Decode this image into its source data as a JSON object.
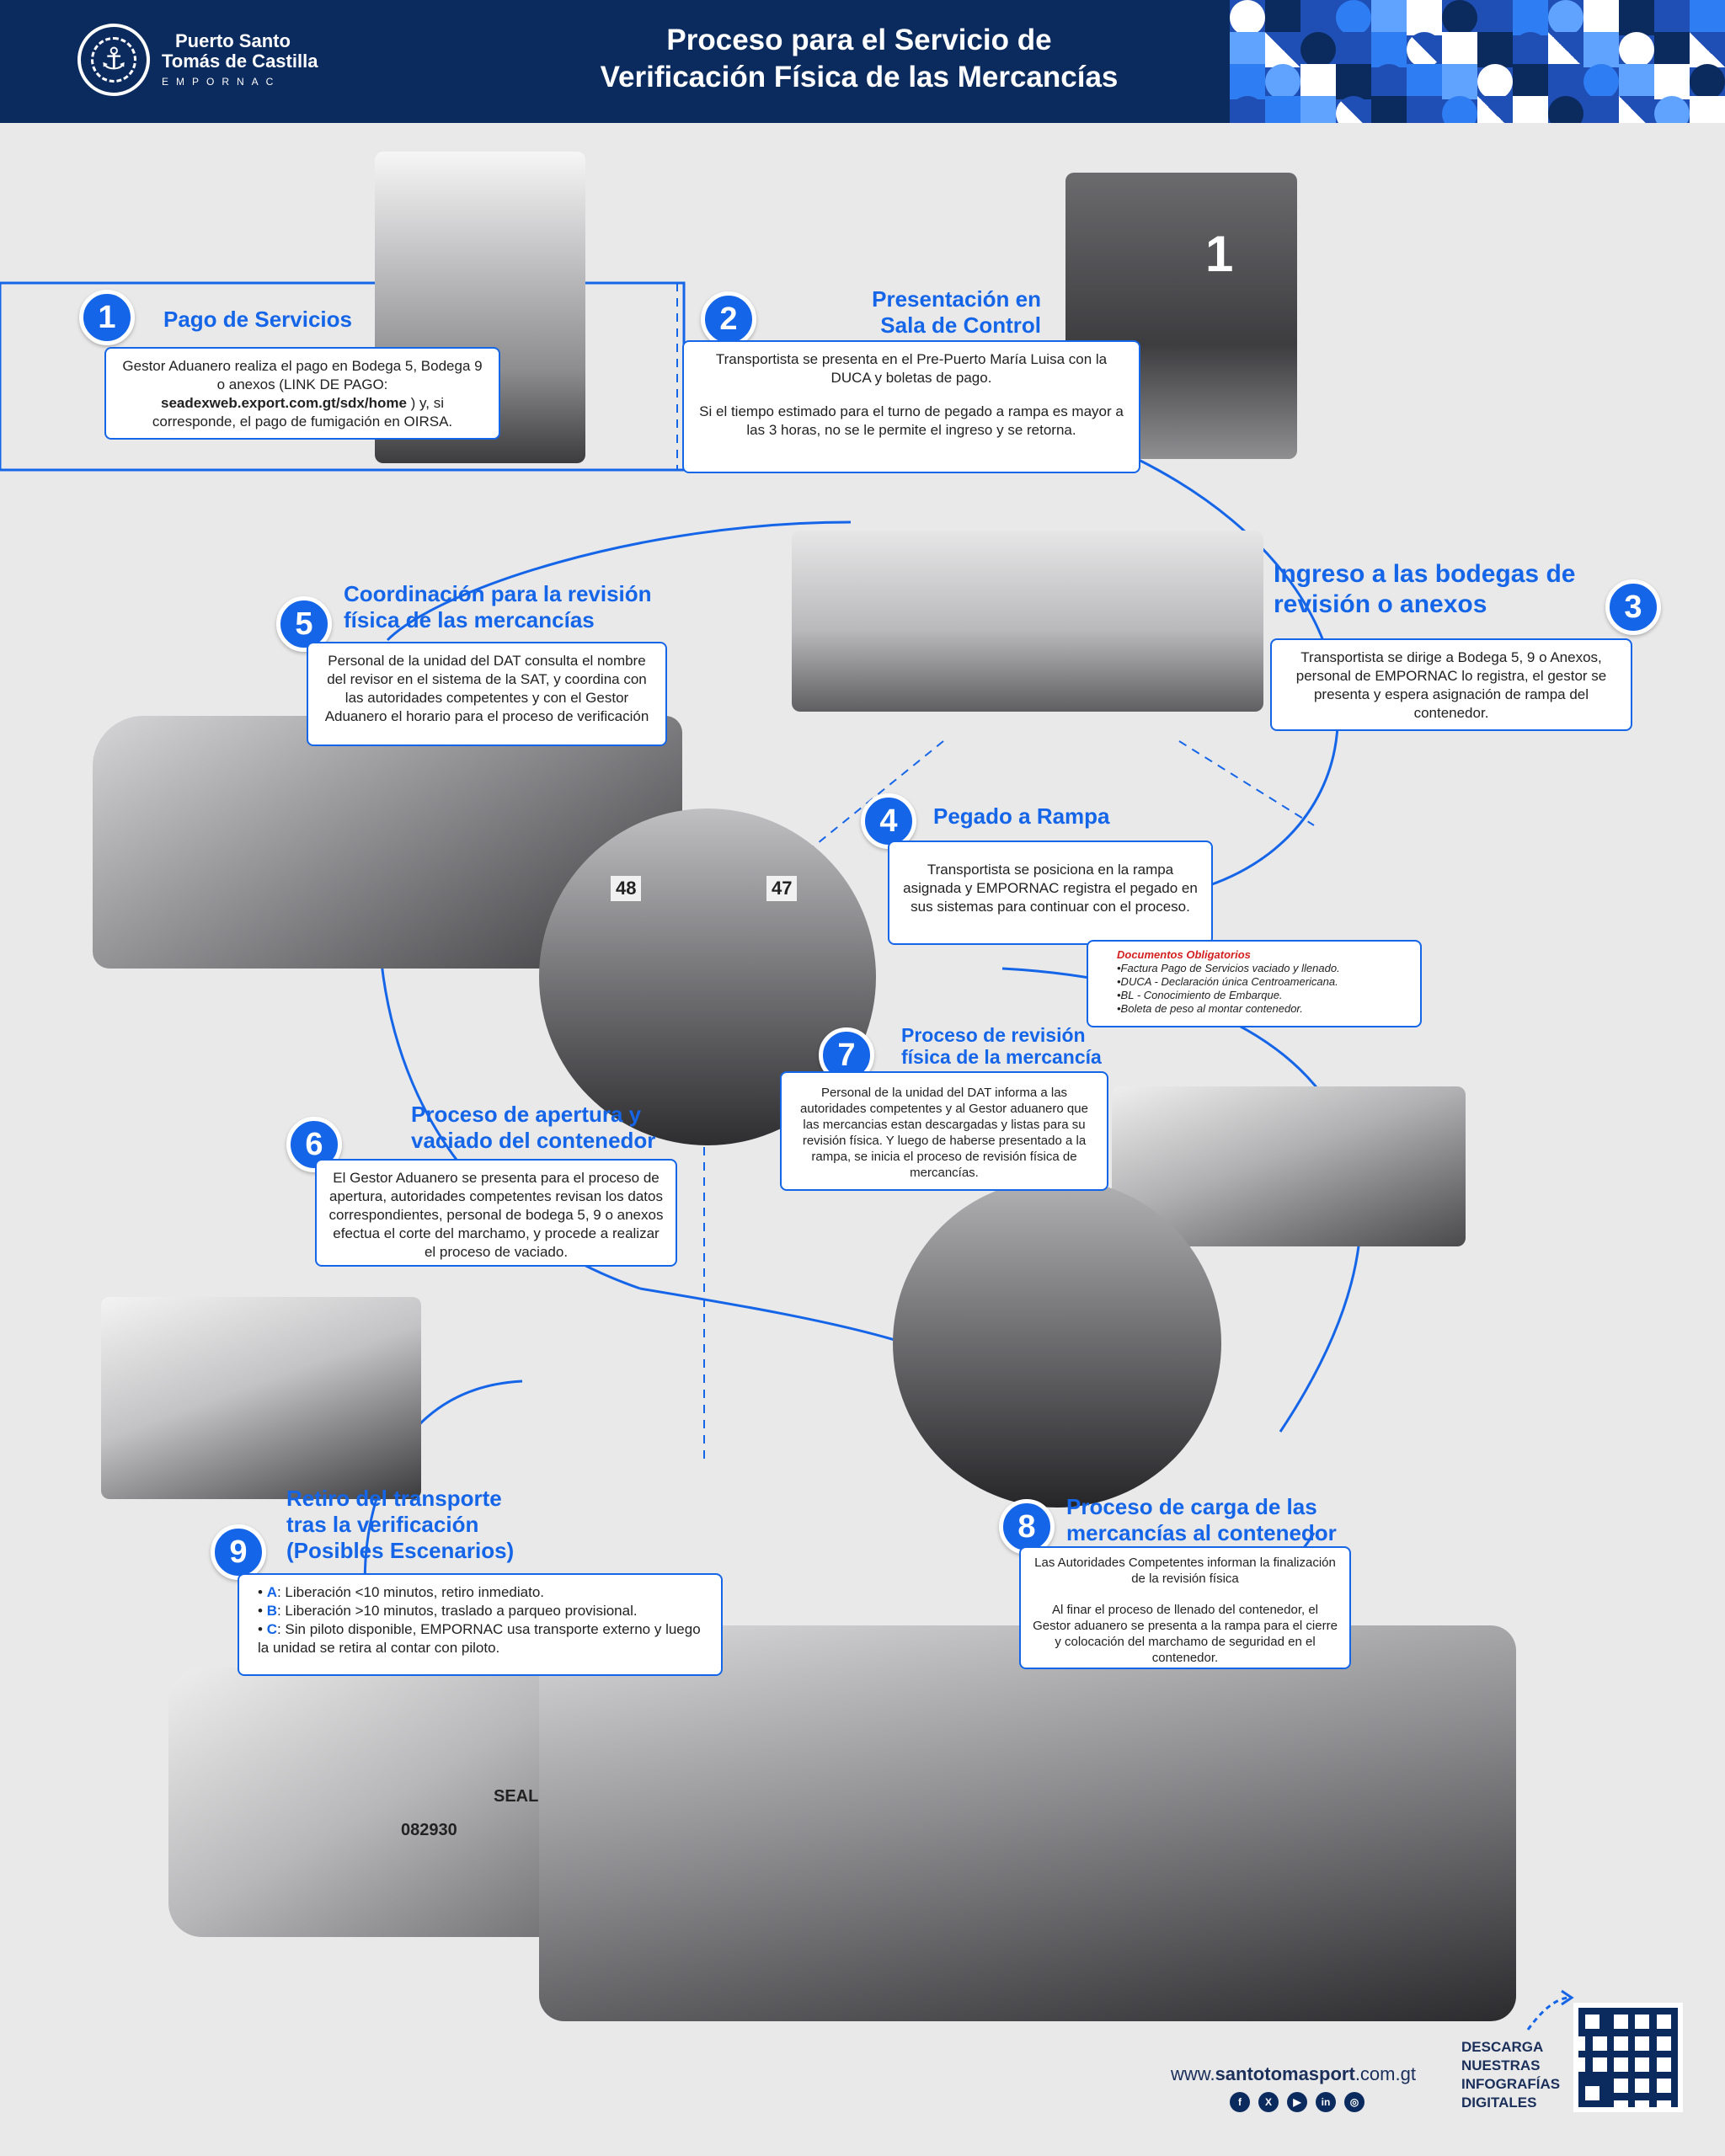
{
  "header": {
    "logo_line1": "Puerto Santo",
    "logo_line2": "Tomás de Castilla",
    "logo_line3": "EMPORNAC",
    "title_line1": "Proceso para el Servicio de",
    "title_line2": "Verificación Física de las Mercancías"
  },
  "steps": [
    {
      "number": "1",
      "title": "Pago de Servicios",
      "text_before": "Gestor Aduanero realiza el pago en Bodega 5, Bodega 9 o anexos (LINK DE PAGO: ",
      "link": "seadexweb.export.com.gt/sdx/home",
      "text_after": " ) y, si corresponde, el pago de fumigación en OIRSA."
    },
    {
      "number": "2",
      "title_line1": "Presentación en",
      "title_line2": "Sala de Control",
      "para1": "Transportista se presenta en el Pre-Puerto María Luisa con la DUCA y boletas de pago.",
      "para2": "Si el tiempo estimado para el turno de pegado a rampa es mayor a las 3 horas, no se le permite el ingreso y se retorna."
    },
    {
      "number": "3",
      "title_line1": "Ingreso a las bodegas de",
      "title_line2": "revisión o anexos",
      "text": "Transportista se dirige a Bodega 5, 9 o Anexos, personal de EMPORNAC lo registra, el gestor se presenta y espera asignación de rampa del contenedor."
    },
    {
      "number": "4",
      "title": "Pegado a Rampa",
      "text": "Transportista se posiciona en la rampa asignada y EMPORNAC registra el pegado en sus sistemas para continuar con el proceso."
    },
    {
      "number": "5",
      "title_line1": "Coordinación para la revisión",
      "title_line2": "física de las mercancías",
      "text": "Personal de la unidad del DAT consulta el nombre del revisor en el sistema de la SAT, y coordina con las autoridades competentes y con el Gestor Aduanero el horario para el proceso de verificación"
    },
    {
      "number": "6",
      "title_line1": "Proceso de apertura y",
      "title_line2": "vaciado del contenedor",
      "text": "El Gestor Aduanero se presenta para el proceso de apertura, autoridades competentes revisan los datos correspondientes, personal de bodega 5, 9 o anexos efectua el corte del marchamo, y procede a realizar el proceso de vaciado."
    },
    {
      "number": "7",
      "title_line1": "Proceso de revisión",
      "title_line2": "física de la mercancía",
      "text": "Personal de la unidad del DAT informa a las autoridades competentes y al Gestor aduanero que las mercancias estan descargadas y listas para su revisión física. Y luego de haberse presentado a la rampa, se inicia el proceso de revisión física de mercancías."
    },
    {
      "number": "8",
      "title_line1": "Proceso de carga de las",
      "title_line2": "mercancías al contenedor",
      "para1": "Las Autoridades Competentes informan la finalización de la revisión física",
      "para2": "Al finar el proceso de llenado del contenedor, el Gestor aduanero se presenta a la rampa para el cierre y colocación del marchamo de seguridad en el contenedor."
    },
    {
      "number": "9",
      "title_line1": "Retiro del transporte",
      "title_line2": "tras la verificación",
      "title_line3": "(Posibles Escenarios)",
      "scenarios": [
        {
          "key": "A",
          "text": ": Liberación <10 minutos, retiro inmediato."
        },
        {
          "key": "B",
          "text": ": Liberación >10 minutos, traslado a parqueo provisional."
        },
        {
          "key": "C",
          "text": ": Sin piloto disponible, EMPORNAC usa transporte externo y luego la unidad se retira al contar con piloto."
        }
      ]
    }
  ],
  "documents": {
    "title": "Documentos Obligatorios",
    "items": [
      "•Factura Pago de Servicios vaciado y llenado.",
      "•DUCA - Declaración única Centroamericana.",
      "•BL - Conocimiento de Embarque.",
      "•Boleta de peso al montar contenedor."
    ]
  },
  "photo_labels": {
    "booth_number": "1",
    "ramp_left": "48",
    "ramp_right": "47",
    "seal_text": "SEALED",
    "seal_number": "082930"
  },
  "footer": {
    "url_prefix": "www.",
    "url_bold": "santotomasport",
    "url_suffix": ".com.gt",
    "download_line1": "DESCARGA",
    "download_line2": "NUESTRAS",
    "download_line3": "INFOGRAFÍAS",
    "download_line4": "DIGITALES"
  },
  "colors": {
    "navy": "#0b2a5e",
    "accent_blue": "#1565e8",
    "background": "#e9e9ea",
    "doc_title_red": "#d42020"
  }
}
